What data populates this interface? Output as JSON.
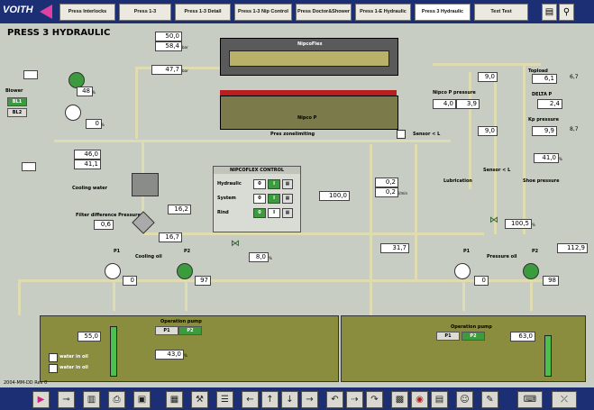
{
  "header": {
    "brand": "VOITH",
    "tabs": [
      {
        "label": "Press Interlocks"
      },
      {
        "label": "Press 1-3"
      },
      {
        "label": "Press 1-3 Detail"
      },
      {
        "label": "Press 1-3 Nip Control"
      },
      {
        "label": "Press Doctor&Shower"
      },
      {
        "label": "Press 1-E Hydraulic"
      },
      {
        "label": "Press 3 Hydraulic"
      },
      {
        "label": "Text Test"
      }
    ]
  },
  "page": {
    "title": "PRESS 3 HYDRAULIC",
    "footer": "2004-MM-DD Rev 0"
  },
  "rolls": {
    "nipcoflex": "NipcoFlex",
    "nipco_p": "Nipco P",
    "zone_label": "Pres zonelimiting"
  },
  "values": {
    "top_a": "50,0",
    "top_b": "58,4",
    "left_pressure": "47,7",
    "pct_a": "48",
    "pct_b": "0",
    "cooling_a": "46,0",
    "cooling_b": "41,1",
    "filter_dp": "0,6",
    "v_a": "16,2",
    "v_b": "16,7",
    "cooling_valve_pct": "8,0",
    "mid_a": "0,2",
    "mid_b": "0,2",
    "mid_c": "100,0",
    "mid_d": "31,7",
    "right_top_a": "9,0",
    "right_top_b": "6,1",
    "right_top_c": "6,7",
    "nipco_a": "4,0",
    "nipco_b": "3,9",
    "delta_p": "2,4",
    "kp_a": "9,0",
    "kp_b": "9,9",
    "kp_c": "8,7",
    "shoe_pressure": "41,0",
    "pressure_oil_pct": "100,5",
    "right_far": "112,9",
    "p1_pct": "0",
    "p2_pct": "97",
    "p1r_pct": "0",
    "p2r_pct": "98",
    "tank_left_temp": "55,0",
    "tank_left_level": "43,0",
    "tank_right_level": "63,0"
  },
  "labels": {
    "blower": "Blower",
    "bl1": "BL1",
    "bl2": "BL2",
    "cooling_water": "Cooling water",
    "filter_diff": "Filter difference Pressure",
    "cooling_oil": "Cooling oil",
    "pressure_oil": "Pressure oil",
    "p1": "P1",
    "p2": "P2",
    "nipco_pressure": "Nipco P pressure",
    "topload": "Topload",
    "delta_p_label": "DELTA P",
    "kp_label": "Kp pressure",
    "lubrication": "Lubrication",
    "shoe_pressure_label": "Shoe pressure",
    "sensor_l1": "Sensor < L",
    "sensor_l2": "Sensor < L",
    "operation_pump": "Operation pump",
    "water_in_oil_1": "water in oil",
    "water_in_oil_2": "water in oil",
    "pct": "%",
    "bar": "bar",
    "lmin": "l/min"
  },
  "control": {
    "title": "NIPCOFLEX CONTROL",
    "rows": [
      {
        "label": "Hydraulic",
        "off": "0",
        "on": "I"
      },
      {
        "label": "System",
        "off": "0",
        "on": "I"
      },
      {
        "label": "Rind",
        "off": "0",
        "on": "I"
      }
    ]
  },
  "bottom_icons": [
    "play-icon",
    "key-icon",
    "chart-icon",
    "print-icon",
    "disk-icon",
    "calc-icon",
    "tools-icon",
    "list-icon",
    "arrow-left-icon",
    "arrow-up-icon",
    "arrow-down-icon",
    "arrow-right-icon",
    "undo-icon",
    "forward-icon",
    "redo-icon",
    "grid-icon",
    "alarm-icon",
    "trend-icon",
    "user-icon",
    "pen-icon",
    "text-icon",
    "exit-icon"
  ],
  "colors": {
    "topbar": "#1c2e74",
    "pipe": "#dedcb0",
    "tank": "#8a8c3e",
    "active": "#3c9b3c"
  }
}
